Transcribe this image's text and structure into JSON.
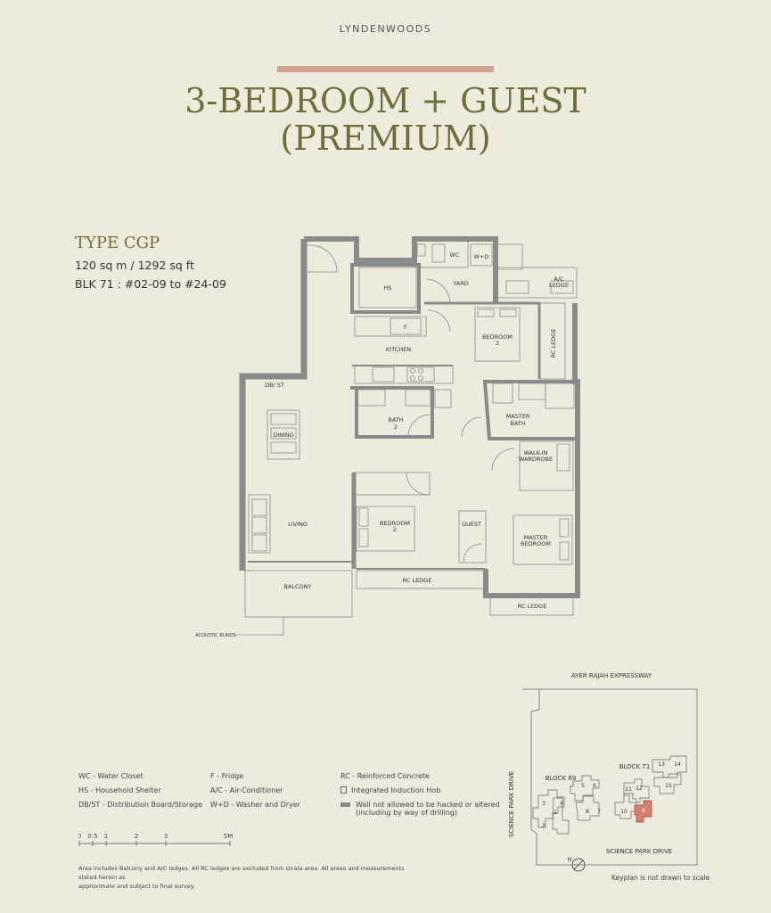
{
  "brand": "LYNDENWOODS",
  "title": {
    "line1": "3-BEDROOM + GUEST",
    "line2": "(PREMIUM)"
  },
  "unit": {
    "type": "TYPE CGP",
    "area": "120 sq m / 1292 sq ft",
    "block": "BLK 71 : #02-09 to #24-09"
  },
  "rooms": {
    "hs": "HS",
    "wc": "WC",
    "wd": "W+D",
    "yard": "YARD",
    "ac_ledge_1": "A/C",
    "ac_ledge_2": "LEDGE",
    "fridge": "F",
    "kitchen": "KITCHEN",
    "bedroom3_1": "BEDROOM",
    "bedroom3_2": "3",
    "rc_ledge_vertical": "RC LEDGE",
    "dbst": "DB/ ST",
    "dining": "DINING",
    "bath2_1": "BATH",
    "bath2_2": "2",
    "master_bath_1": "MASTER",
    "master_bath_2": "BATH",
    "walkin_1": "WALK-IN",
    "walkin_2": "WARDROBE",
    "living": "LIVING",
    "bedroom2_1": "BEDROOM",
    "bedroom2_2": "2",
    "guest": "GUEST",
    "master_bedroom_1": "MASTER",
    "master_bedroom_2": "BEDROOM",
    "balcony": "BALCONY",
    "rc_ledge_bottom": "RC LEDGE",
    "rc_ledge_master": "RC LEDGE",
    "acoustic_blinds": "ACOUSTIC BLINDS"
  },
  "legend": {
    "wc": "WC - Water Closet",
    "hs": "HS - Household Shelter",
    "dbst": "DB/ST - Distribution Board/Storage",
    "f": "F - Fridge",
    "ac": "A/C - Air-Conditioner",
    "wd": "W+D - Washer and Dryer",
    "rc": "RC - Reinforced Concrete",
    "hob": "Integrated Induction Hob",
    "wall_1": "Wall not allowed to be hacked or altered",
    "wall_2": "(including by way of drilling)"
  },
  "scale": {
    "ticks": [
      "0",
      "0.5",
      "1",
      "2",
      "3",
      "5M"
    ]
  },
  "disclaimer": {
    "line1": "Area includes Balcony and A/C ledges. All RC ledges are excluded from strata area. All areas and measurements stated herein as",
    "line2": "approximate and subject to final survey."
  },
  "keyplan": {
    "expressway": "AYER RAJAH EXPRESSWAY",
    "road_left": "SCIENCE PARK DRIVE",
    "road_bottom": "SCIENCE PARK DRIVE",
    "block69": "BLOCK 69",
    "block71": "BLOCK 71",
    "north": "N",
    "blocks": [
      "1",
      "2",
      "3",
      "4",
      "5",
      "6",
      "7",
      "8",
      "9",
      "10",
      "11",
      "12",
      "13",
      "14",
      "15"
    ],
    "highlight_block": "9",
    "highlight_color": "#d4806f",
    "note": "Keyplan is not drawn to scale"
  },
  "colors": {
    "background": "#eeeadc",
    "title": "#6f6d39",
    "accent": "#d4a090",
    "wall": "#8a8a8a"
  }
}
